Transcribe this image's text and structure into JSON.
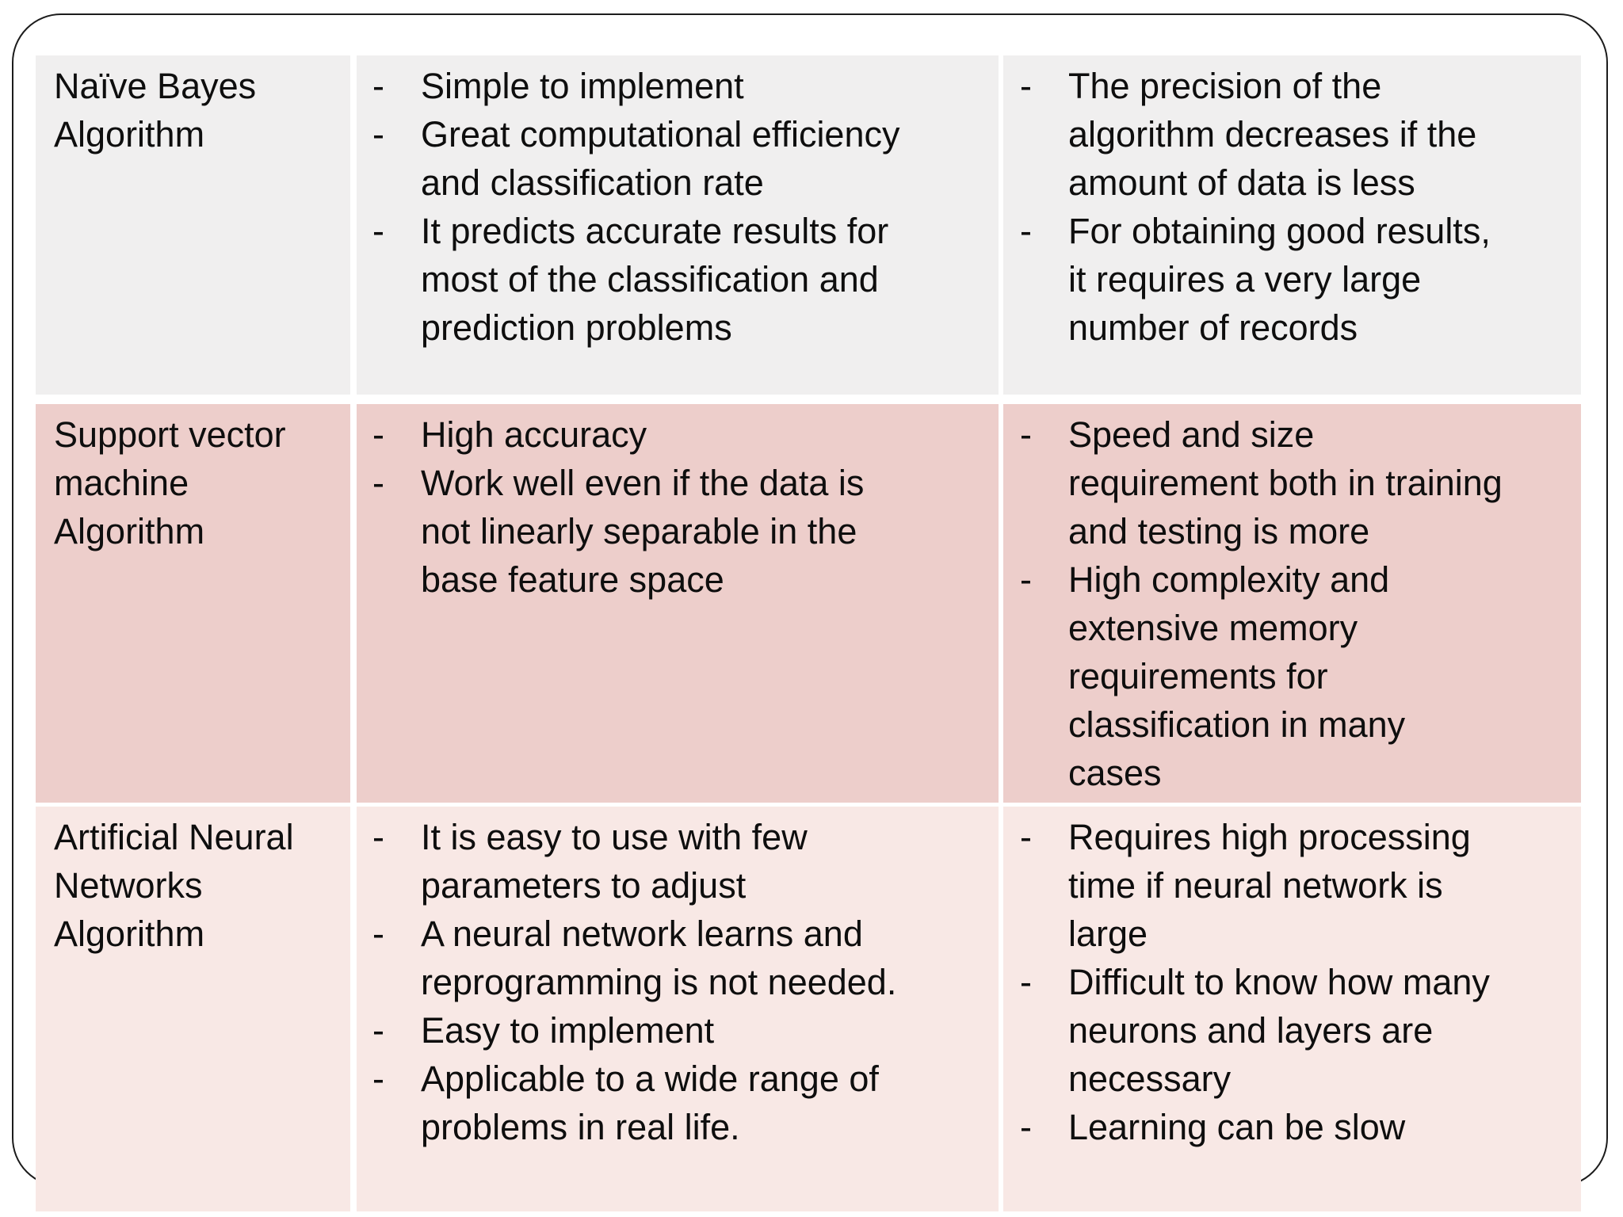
{
  "slide": {
    "background_color": "#ffffff",
    "border_color": "#1c1c1c",
    "text_color": "#0e0e0e"
  },
  "table": {
    "marker": "-",
    "band_colors": [
      "#f0efef",
      "#edcecb",
      "#f8e8e5"
    ],
    "rows": [
      {
        "name_lines": [
          "Naïve Bayes",
          "Algorithm"
        ],
        "pros": [
          [
            "Simple to implement"
          ],
          [
            "Great computational efficiency",
            "and classification rate"
          ],
          [
            "It predicts accurate results for",
            "most of the classification and",
            "prediction problems"
          ]
        ],
        "cons": [
          [
            "The precision of the",
            "algorithm decreases if the",
            "amount of data is less"
          ],
          [
            "For obtaining good results,",
            "it requires a very large",
            "number of records"
          ]
        ]
      },
      {
        "name_lines": [
          "Support vector",
          "machine",
          "Algorithm"
        ],
        "pros": [
          [
            "High accuracy"
          ],
          [
            "Work well even if the data is",
            "not linearly separable in the",
            "base feature space"
          ]
        ],
        "cons": [
          [
            "Speed and size",
            "requirement both in training",
            "and testing is more"
          ],
          [
            "High complexity and",
            "extensive memory",
            "requirements for",
            "classification in many",
            "cases"
          ]
        ]
      },
      {
        "name_lines": [
          "Artificial Neural",
          "Networks",
          "Algorithm"
        ],
        "pros": [
          [
            "It is easy to use with few",
            "parameters to adjust"
          ],
          [
            "A neural network learns and",
            "reprogramming is not needed."
          ],
          [
            "Easy to implement"
          ],
          [
            "Applicable to a wide range of",
            "problems in real life."
          ]
        ],
        "cons": [
          [
            "Requires high processing",
            "time if neural network is",
            "large"
          ],
          [
            "Difficult to know how many",
            "neurons and layers are",
            "necessary"
          ],
          [
            "Learning can be slow"
          ]
        ]
      }
    ]
  }
}
